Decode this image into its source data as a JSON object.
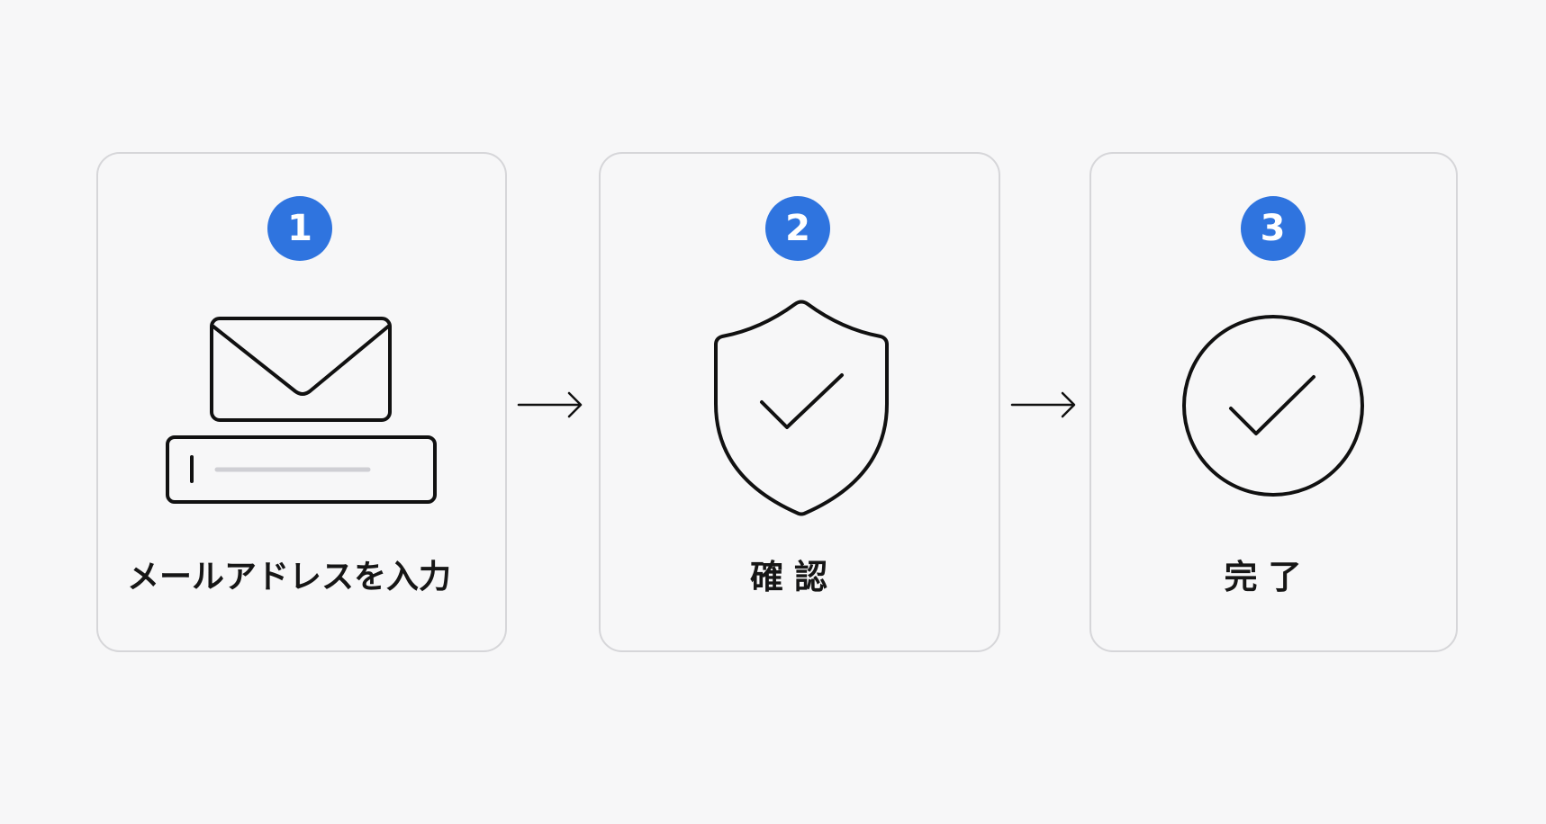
{
  "steps": [
    {
      "number": "1",
      "label": "メールアドレスを入力",
      "icon": "envelope-and-input-icon"
    },
    {
      "number": "2",
      "label": "確認",
      "icon": "shield-check-icon"
    },
    {
      "number": "3",
      "label": "完了",
      "icon": "circle-check-icon"
    }
  ],
  "colors": {
    "background": "#f7f7f8",
    "card_border": "#d6d6d9",
    "badge": "#2f74df",
    "badge_text": "#ffffff",
    "text": "#161616",
    "line": "#111111",
    "input_placeholder_line": "#cfcfd4"
  }
}
